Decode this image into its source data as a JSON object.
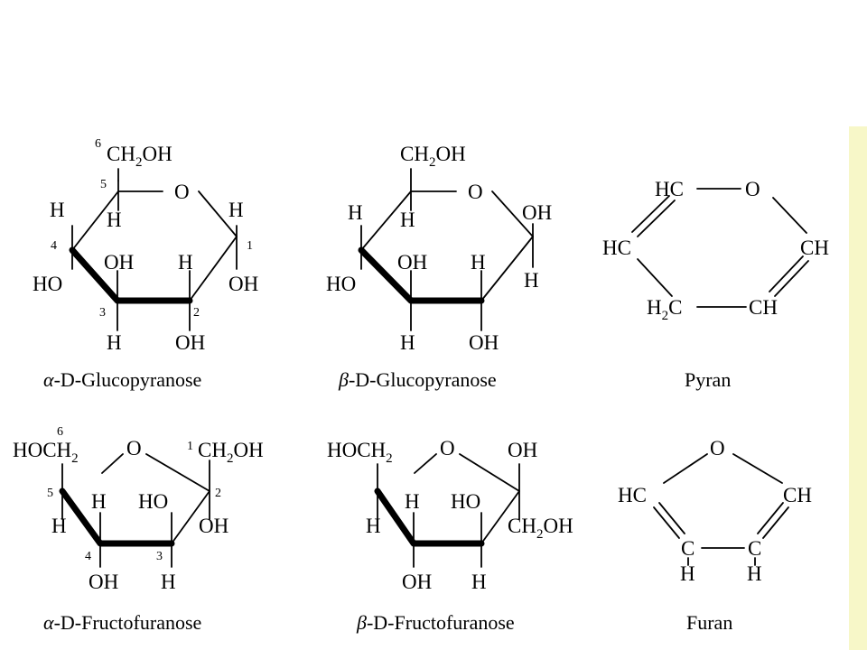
{
  "structures": {
    "alpha_glucopyranose": {
      "caption_prefix": "α",
      "caption_text": "-D-Glucopyranose",
      "labels": {
        "ch2oh": "CH",
        "ch2oh_sub": "2",
        "ch2oh_tail": "OH",
        "ring_o": "O",
        "h_c5": "H",
        "h_c4": "H",
        "h_c1": "H",
        "ho_c4": "HO",
        "oh_c3": "OH",
        "h_c2": "H",
        "oh_c1": "OH",
        "h_c3": "H",
        "oh_c2": "OH"
      },
      "numbers": {
        "n6": "6",
        "n5": "5",
        "n4": "4",
        "n3": "3",
        "n2": "2",
        "n1": "1"
      }
    },
    "beta_glucopyranose": {
      "caption_prefix": "β",
      "caption_text": "-D-Glucopyranose",
      "labels": {
        "ch2oh": "CH",
        "ch2oh_sub": "2",
        "ch2oh_tail": "OH",
        "ring_o": "O",
        "h_c5": "H",
        "h_c4": "H",
        "oh_c1": "OH",
        "ho_c4": "HO",
        "oh_c3": "OH",
        "h_c2": "H",
        "h_c1": "H",
        "h_c3": "H",
        "oh_c2": "OH"
      }
    },
    "pyran": {
      "caption_text": "Pyran",
      "labels": {
        "hc_top": "HC",
        "o": "O",
        "hc_left": "HC",
        "ch_right": "CH",
        "h2c": "H",
        "h2c_sub": "2",
        "h2c_tail": "C",
        "ch_bottom": "CH"
      }
    },
    "alpha_fructofuranose": {
      "caption_prefix": "α",
      "caption_text": "-D-Fructofuranose",
      "labels": {
        "hoch2": "HOCH",
        "hoch2_sub": "2",
        "ring_o": "O",
        "ch2oh": "CH",
        "ch2oh_sub": "2",
        "ch2oh_tail": "OH",
        "h_c5": "H",
        "h_c4": "H",
        "ho_c3": "HO",
        "oh_c2": "OH",
        "oh_c4": "OH",
        "h_c3": "H"
      },
      "numbers": {
        "n6": "6",
        "n1": "1",
        "n5": "5",
        "n2": "2",
        "n4": "4",
        "n3": "3"
      }
    },
    "beta_fructofuranose": {
      "caption_prefix": "β",
      "caption_text": "-D-Fructofuranose",
      "labels": {
        "hoch2": "HOCH",
        "hoch2_sub": "2",
        "ring_o": "O",
        "oh_c2": "OH",
        "h_c5": "H",
        "h_c4": "H",
        "ho_c3": "HO",
        "ch2oh": "CH",
        "ch2oh_sub": "2",
        "ch2oh_tail": "OH",
        "oh_c4": "OH",
        "h_c3": "H"
      }
    },
    "furan": {
      "caption_text": "Furan",
      "labels": {
        "o": "O",
        "hc_left": "HC",
        "ch_right": "CH",
        "c_left": "C",
        "c_right": "C",
        "h_left": "H",
        "h_right": "H"
      }
    }
  }
}
